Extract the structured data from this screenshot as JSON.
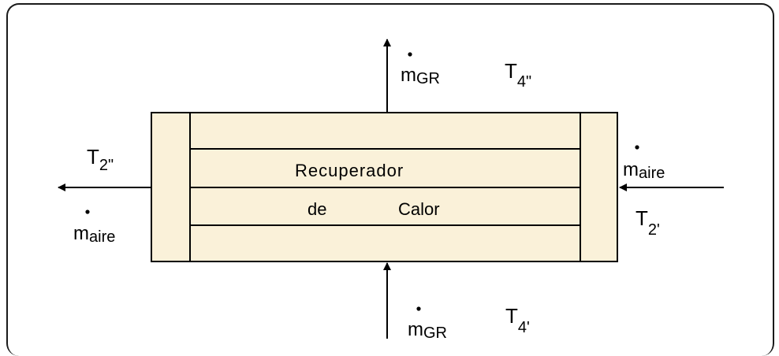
{
  "colors": {
    "box_fill": "#FAF1D9",
    "line": "#000000"
  },
  "box_label": {
    "line1": "Recuperador",
    "line2_left": "de",
    "line2_right": "Calor"
  },
  "top_outlet": {
    "flow_symbol": "m",
    "flow_subscript": "GR",
    "temp_symbol": "T",
    "temp_subscript": "4\""
  },
  "bottom_inlet": {
    "flow_symbol": "m",
    "flow_subscript": "GR",
    "temp_symbol": "T",
    "temp_subscript": "4'"
  },
  "left_outlet": {
    "temp_symbol": "T",
    "temp_subscript": "2\"",
    "flow_symbol": "m",
    "flow_subscript": "aire"
  },
  "right_inlet": {
    "flow_symbol": "m",
    "flow_subscript": "aire",
    "temp_symbol": "T",
    "temp_subscript": "2'"
  }
}
